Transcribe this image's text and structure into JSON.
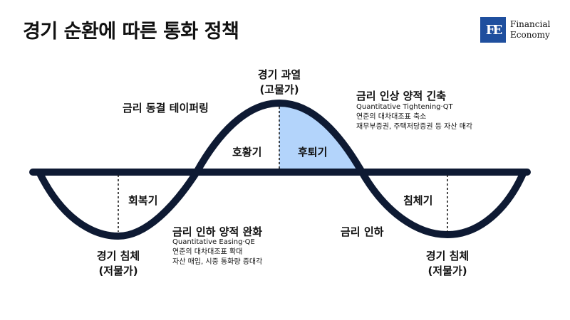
{
  "title": "경기 순환에 따른 통화 정책",
  "logo": {
    "mark": "FE",
    "line1": "Financial",
    "line2": "Economy"
  },
  "colors": {
    "curve": "#0e1a33",
    "highlight": "#b3d4fb",
    "logo_bg": "#1f4f9e"
  },
  "labels": {
    "peak_title": "경기 과열",
    "peak_sub": "(고물가)",
    "rate_freeze": "금리 동결 테이퍼링",
    "rate_hike_title": "금리 인상 양적 긴축",
    "rate_hike_line1": "Quantitative Tightening·QT",
    "rate_hike_line2": "연준의 대차대조표 축소",
    "rate_hike_line3": "재무부증권, 주택저당증권 등 자산 매각",
    "boom": "호황기",
    "slowdown": "후퇴기",
    "recovery": "회복기",
    "contraction": "침체기",
    "rate_cut_title": "금리 인하 양적 완화",
    "rate_cut_line1": "Quantitative Easing·QE",
    "rate_cut_line2": "연준의 대차대조표 확대",
    "rate_cut_line3": "자산 매입, 시중 통화량 증대각",
    "rate_cut_simple": "금리 인하",
    "trough_left_title": "경기 침체",
    "trough_left_sub": "(저물가)",
    "trough_right_title": "경기 침체",
    "trough_right_sub": "(저물가)"
  }
}
